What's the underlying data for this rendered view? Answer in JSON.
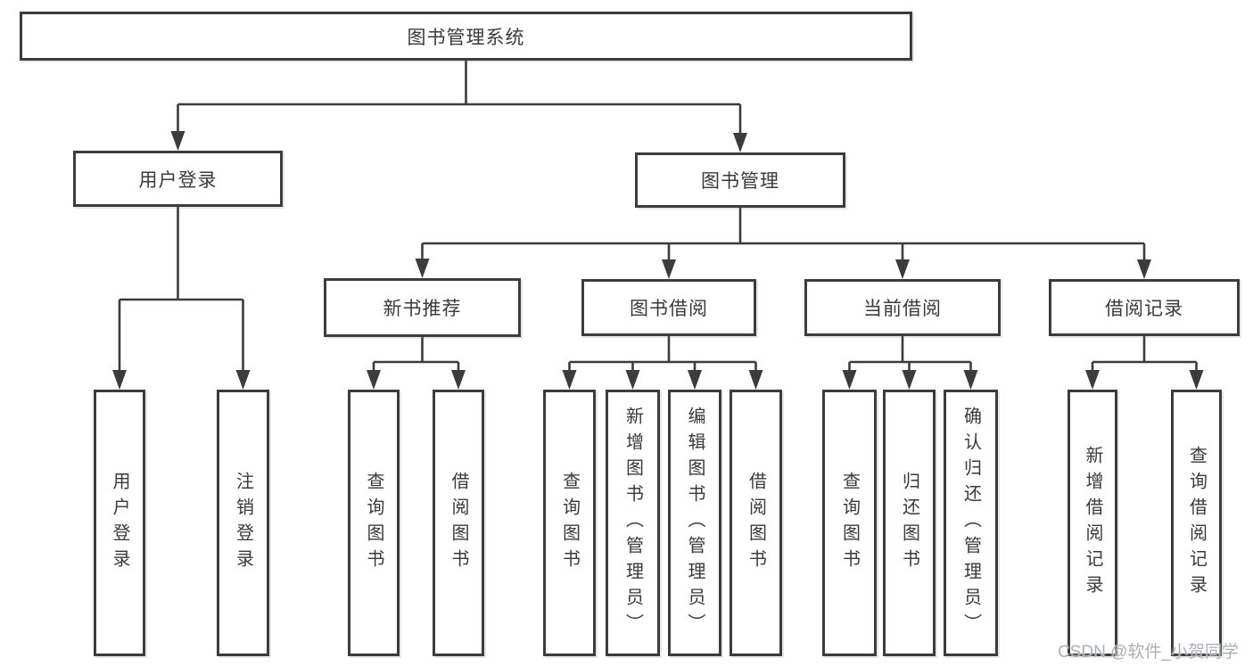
{
  "diagram": {
    "title": "图书管理系统",
    "level2": {
      "user_login": "用户登录",
      "book_mgmt": "图书管理"
    },
    "level3": {
      "new_book": "新书推荐",
      "book_borrow": "图书借阅",
      "current_borrow": "当前借阅",
      "borrow_record": "借阅记录"
    },
    "leaves": {
      "user_login_1": "用户登录",
      "user_login_2": "注销登录",
      "new_book_1": "查询图书",
      "new_book_2": "借阅图书",
      "book_borrow_1": "查询图书",
      "book_borrow_2": "新增图书（管理员）",
      "book_borrow_3": "编辑图书（管理员）",
      "book_borrow_4": "借阅图书",
      "current_1": "查询图书",
      "current_2": "归还图书",
      "current_3": "确认归还（管理员）",
      "record_1": "新增借阅记录",
      "record_2": "查询借阅记录"
    }
  },
  "watermark": "CSDN @软件_小贺同学",
  "colors": {
    "line": "#3c3c3c",
    "text": "#3a3a3a",
    "watermark": "#abafb5",
    "background": "#ffffff"
  }
}
